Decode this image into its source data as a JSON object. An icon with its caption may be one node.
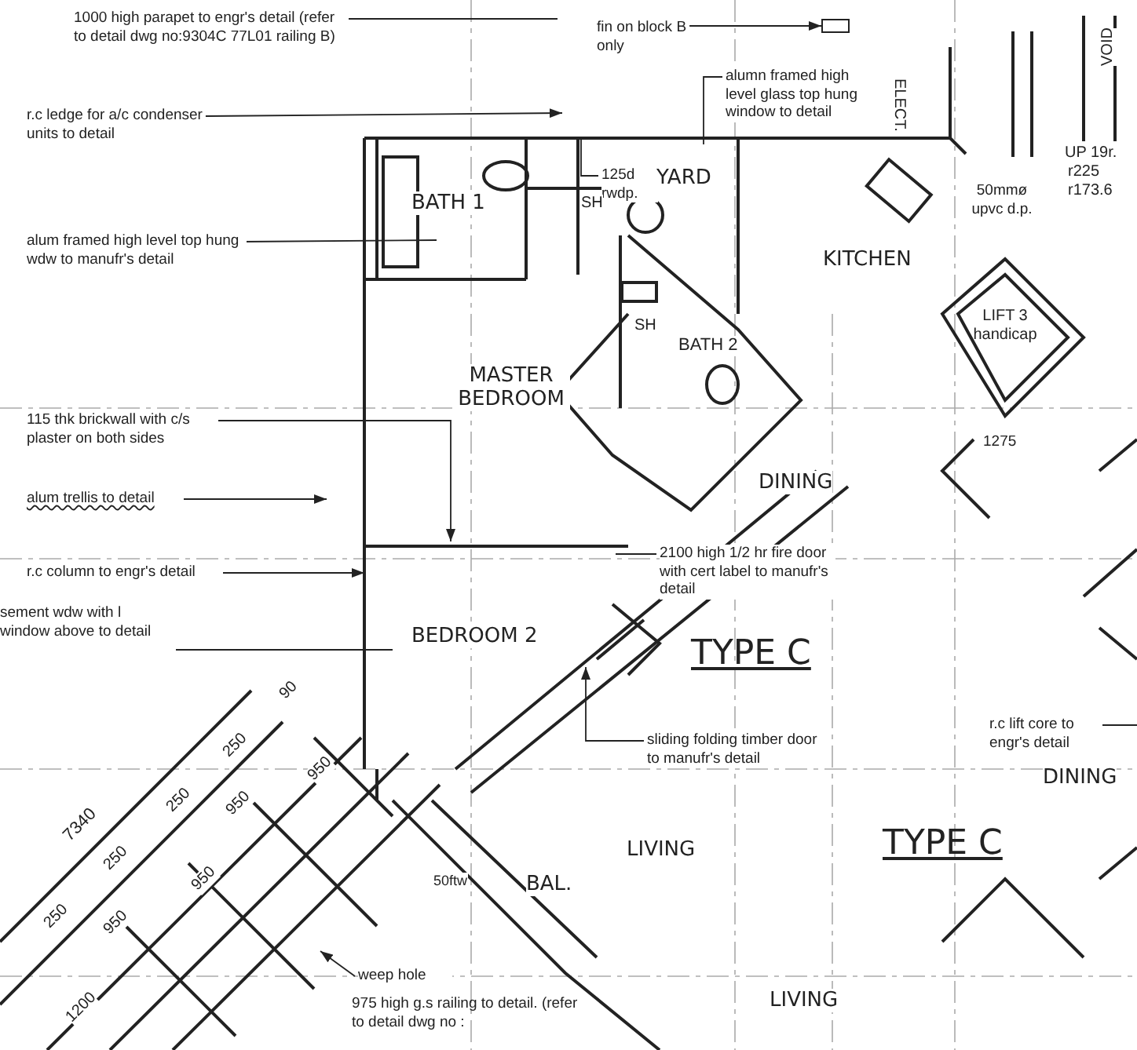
{
  "diagram": {
    "nodes": [
      {
        "text": [
          "1000 high parapet to engr's detail (refer to detail dwg no:9304C 77L01 railing B)"
        ]
      },
      {
        "text": [
          "r.c ledge for a/c condenser units to detail"
        ]
      },
      {
        "text": [
          "alum framed high level top hung wdw to manufr's detail"
        ]
      },
      {
        "text": [
          "fin on block B only"
        ]
      },
      {
        "text": [
          "alumn framed high level glass top hung window to detail"
        ]
      },
      {
        "text": [
          "125d rwdp."
        ]
      },
      {
        "text": [
          "115 thk brickwall with c/s plaster on both sides"
        ]
      },
      {
        "text": [
          "alum trellis to detail"
        ]
      },
      {
        "text": [
          "r.c column to engr's detail"
        ]
      },
      {
        "text": [
          "sement wdw with l window above to detail"
        ]
      },
      {
        "text": [
          "2100 high 1/2 hr fire door with cert label to manufr's detail"
        ]
      },
      {
        "text": [
          "sliding folding timber door to manufr's detail"
        ]
      },
      {
        "text": [
          "r.c lift core to engr's detail"
        ]
      },
      {
        "text": [
          "weep hole"
        ]
      },
      {
        "text": [],
        "shape": "bar"
      }
    ],
    "edges": [
      {
        "from": 0,
        "to": null,
        "arrow": "none"
      },
      {
        "from": 1,
        "to": null,
        "arrow": "to"
      },
      {
        "from": 2,
        "to": null,
        "arrow": "none"
      },
      {
        "from": 3,
        "to": 14,
        "arrow": "to"
      },
      {
        "from": 4,
        "to": null,
        "arrow": "none"
      },
      {
        "from": 5,
        "to": null,
        "arrow": "none"
      },
      {
        "from": 6,
        "to": null,
        "arrow": "to"
      },
      {
        "from": 7,
        "to": null,
        "arrow": "to"
      },
      {
        "from": 8,
        "to": null,
        "arrow": "to"
      },
      {
        "from": 9,
        "to": null,
        "arrow": "none"
      },
      {
        "from": 10,
        "to": null,
        "arrow": "none"
      },
      {
        "from": 11,
        "to": null,
        "arrow": "to"
      },
      {
        "from": 12,
        "to": null,
        "arrow": "none"
      },
      {
        "from": 13,
        "to": null,
        "arrow": "to"
      }
    ],
    "labels": [
      "ELECT.",
      "VOID",
      "BATH 1",
      "YARD",
      "UP 19r.",
      "r225",
      "r173.6",
      "SH",
      "50mmø upvc d.p.",
      "KITCHEN",
      "SH",
      "BATH 2",
      "MASTER BEDROOM",
      "LIFT 3 handicap",
      "1275",
      "DINING",
      "BEDROOM 2",
      "TYPE C",
      "90",
      "250",
      "950",
      "7340",
      "250",
      "950",
      "DINING",
      "250",
      "950",
      "LIVING",
      "TYPE C",
      "50ftw",
      "250",
      "950",
      "BAL.",
      "1200",
      "975 high g.s railing to detail. (refer to detail dwg no :",
      "LIVING"
    ]
  }
}
